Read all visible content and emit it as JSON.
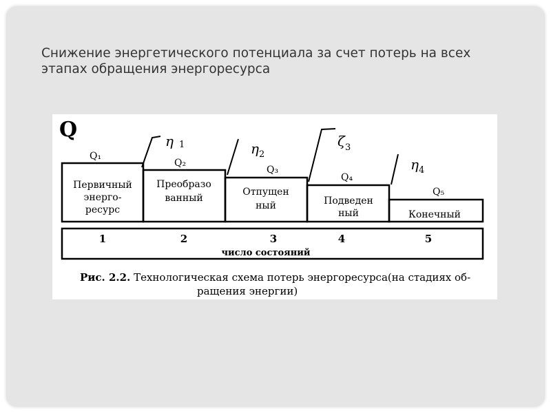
{
  "slide": {
    "title": "Снижение энергетического потенциала за счет потерь на всех этапах обращения энергоресурса"
  },
  "diagram": {
    "axis_label": "Q",
    "stages": [
      {
        "q": "Q₁",
        "lines": [
          "Первичный",
          "энерго-",
          "ресурс"
        ],
        "number": "1"
      },
      {
        "q": "Q₂",
        "lines": [
          "Преобразо",
          "ванный"
        ],
        "number": "2"
      },
      {
        "q": "Q₃",
        "lines": [
          "Отпущен",
          "ный"
        ],
        "number": "3"
      },
      {
        "q": "Q₄",
        "lines": [
          "Подведен",
          "ный"
        ],
        "number": "4"
      },
      {
        "q": "Q₅",
        "lines": [
          "Конечный"
        ],
        "number": "5"
      }
    ],
    "losses": [
      {
        "symbol": "η",
        "index": "1"
      },
      {
        "symbol": "η",
        "index": "2"
      },
      {
        "symbol": "ζ",
        "index": "3"
      },
      {
        "symbol": "η",
        "index": "4"
      }
    ],
    "bottom_label": "число состояний",
    "caption_bold": "Рис. 2.2.",
    "caption_line1": " Технологическая схема потерь энергоресурса(на стадиях об-",
    "caption_line2": "ращения энергии)"
  }
}
